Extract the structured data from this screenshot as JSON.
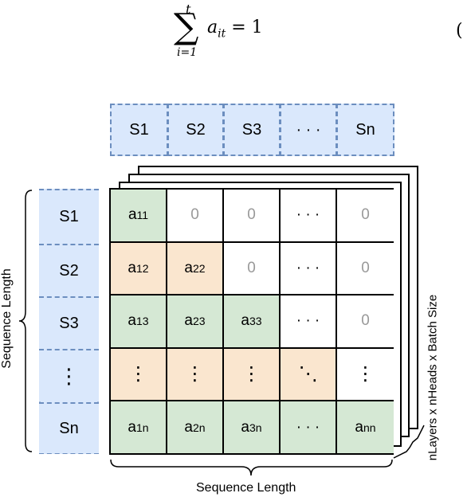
{
  "formula": {
    "sum_upper": "t",
    "sum_lower": "i=1",
    "body_var": "a",
    "body_sub": "it",
    "rhs": "= 1",
    "edge_char": "("
  },
  "top_sequence": [
    "S1",
    "S2",
    "S3",
    "· · ·",
    "Sn"
  ],
  "left_sequence": [
    "S1",
    "S2",
    "S3",
    "⋮",
    "Sn"
  ],
  "matrix": {
    "rows": [
      [
        {
          "base": "a",
          "sub": "11",
          "fill": "green"
        },
        {
          "text": "0",
          "fill": "white",
          "muted": true
        },
        {
          "text": "0",
          "fill": "white",
          "muted": true
        },
        {
          "text": "· · ·",
          "fill": "white"
        },
        {
          "text": "0",
          "fill": "white",
          "muted": true
        }
      ],
      [
        {
          "base": "a",
          "sub": "12",
          "fill": "peach"
        },
        {
          "base": "a",
          "sub": "22",
          "fill": "peach"
        },
        {
          "text": "0",
          "fill": "white",
          "muted": true
        },
        {
          "text": "· · ·",
          "fill": "white"
        },
        {
          "text": "0",
          "fill": "white",
          "muted": true
        }
      ],
      [
        {
          "base": "a",
          "sub": "13",
          "fill": "green"
        },
        {
          "base": "a",
          "sub": "23",
          "fill": "green"
        },
        {
          "base": "a",
          "sub": "33",
          "fill": "green"
        },
        {
          "text": "· · ·",
          "fill": "white"
        },
        {
          "text": "0",
          "fill": "white",
          "muted": true
        }
      ],
      [
        {
          "text": "⋮",
          "fill": "peach"
        },
        {
          "text": "⋮",
          "fill": "peach"
        },
        {
          "text": "⋮",
          "fill": "peach"
        },
        {
          "text": "⋱",
          "fill": "peach"
        },
        {
          "text": "⋮",
          "fill": "white"
        }
      ],
      [
        {
          "base": "a",
          "sub": "1n",
          "fill": "green"
        },
        {
          "base": "a",
          "sub": "2n",
          "fill": "green"
        },
        {
          "base": "a",
          "sub": "3n",
          "fill": "green"
        },
        {
          "text": "· · ·",
          "fill": "green"
        },
        {
          "base": "a",
          "sub": "nn",
          "fill": "green"
        }
      ]
    ]
  },
  "colors": {
    "green": "#d5e8d4",
    "peach": "#fae6cf",
    "blue_fill": "#dae8fc",
    "blue_border": "#6c8ebf",
    "muted_text": "#999999"
  },
  "labels": {
    "bottom": "Sequence Length",
    "left": "Sequence Length",
    "right": "nLayers x nHeads x Batch Size"
  }
}
